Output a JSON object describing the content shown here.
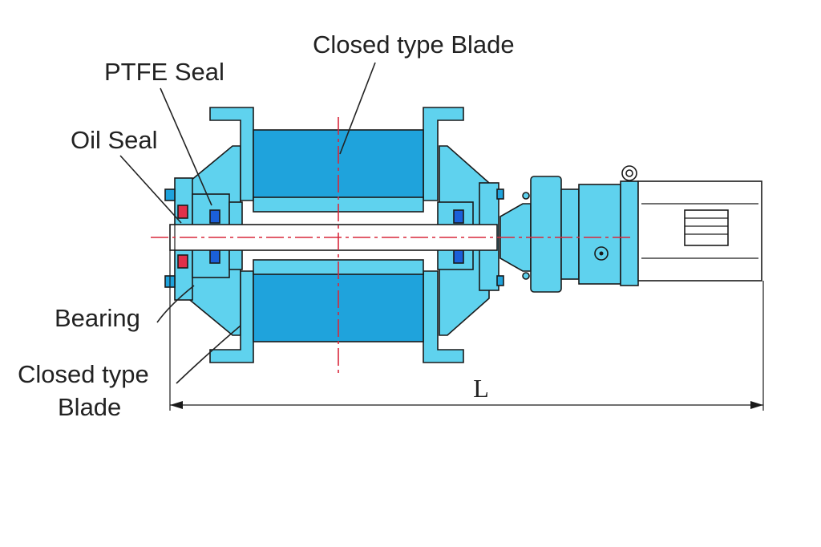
{
  "labels": {
    "closed_type_blade_top": "Closed type Blade",
    "ptfe_seal": "PTFE Seal",
    "oil_seal": "Oil Seal",
    "bearing": "Bearing",
    "closed_type_blade_bottom_line1": "Closed type",
    "closed_type_blade_bottom_line2": "Blade",
    "length_dimension": "L"
  },
  "colors": {
    "housing_light_blue": "#5fd2ee",
    "rotor_blue": "#1fa3dc",
    "seal_dark_blue": "#1b5fd9",
    "bearing_red": "#e0304a",
    "centerline_red": "#d8283c",
    "shaft_white": "#ffffff",
    "outline": "#1a1a1a"
  }
}
